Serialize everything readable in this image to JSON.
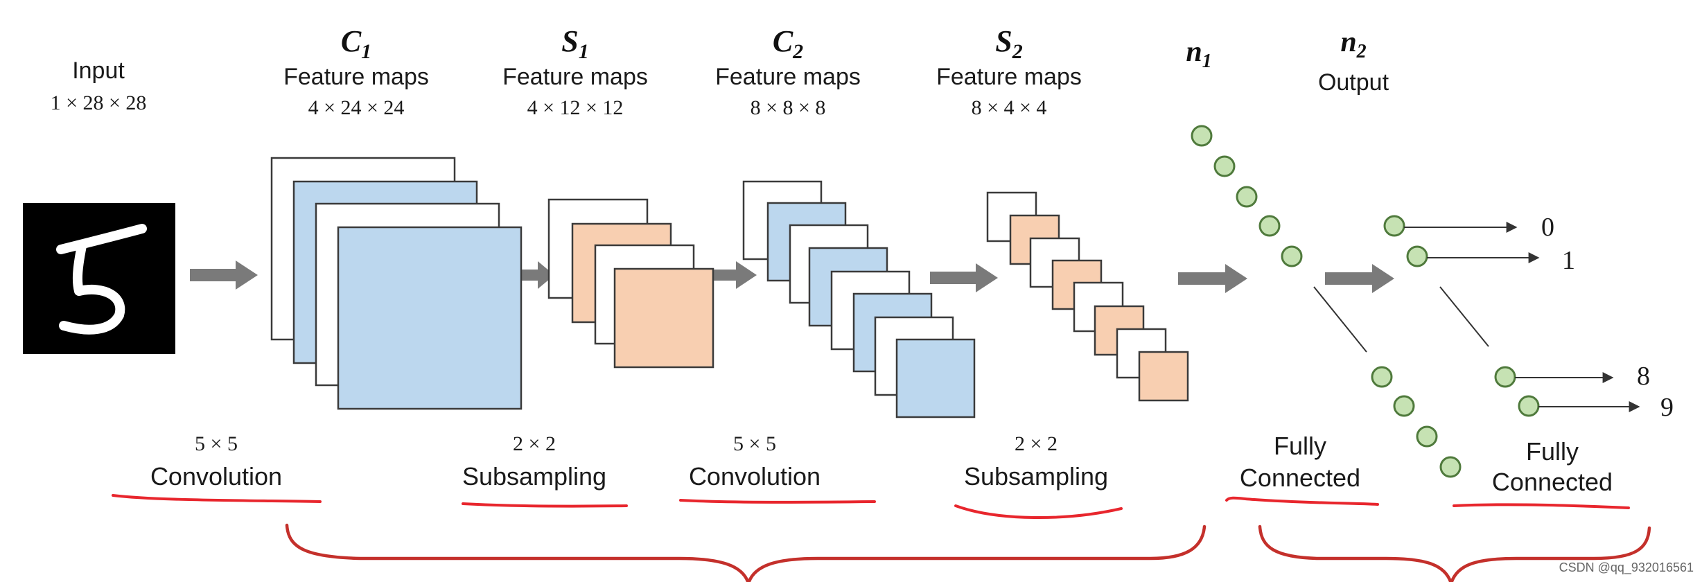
{
  "layers": [
    {
      "id": "input",
      "sym": "",
      "sub": "",
      "desc": "Input",
      "dims": "1 × 28 × 28"
    },
    {
      "id": "c1",
      "sym": "C",
      "sub": "1",
      "desc": "Feature maps",
      "dims": "4 × 24 × 24"
    },
    {
      "id": "s1",
      "sym": "S",
      "sub": "1",
      "desc": "Feature maps",
      "dims": "4 × 12 × 12"
    },
    {
      "id": "c2",
      "sym": "C",
      "sub": "2",
      "desc": "Feature maps",
      "dims": "8 × 8 × 8"
    },
    {
      "id": "s2",
      "sym": "S",
      "sub": "2",
      "desc": "Feature maps",
      "dims": "8 × 4 × 4"
    },
    {
      "id": "n1",
      "sym": "n",
      "sub": "1",
      "desc": "",
      "dims": ""
    },
    {
      "id": "n2",
      "sym": "n",
      "sub": "2",
      "desc": "Output",
      "dims": ""
    }
  ],
  "operations": [
    {
      "id": "conv1",
      "line1": "5 × 5",
      "line2": "Convolution"
    },
    {
      "id": "sub1",
      "line1": "2 × 2",
      "line2": "Subsampling"
    },
    {
      "id": "conv2",
      "line1": "5 × 5",
      "line2": "Convolution"
    },
    {
      "id": "sub2",
      "line1": "2 × 2",
      "line2": "Subsampling"
    },
    {
      "id": "fc1",
      "line1": "Fully",
      "line2": "Connected"
    },
    {
      "id": "fc2",
      "line1": "Fully",
      "line2": "Connected"
    }
  ],
  "outputs": [
    "0",
    "1",
    "8",
    "9"
  ],
  "colors": {
    "c_map": "#bcd7ee",
    "s_map": "#f8cfb1",
    "empty_map": "#ffffff",
    "node": "#c6e2b3",
    "arrow": "#7a7a7a",
    "annotation": "#e8262d"
  },
  "watermark": "CSDN @qq_932016561"
}
